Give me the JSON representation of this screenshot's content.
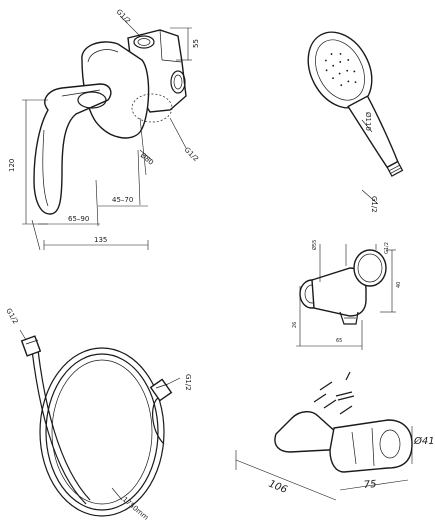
{
  "mixer": {
    "labels": {
      "thread_top": "G1/2",
      "height_top": "55",
      "thread_side": "G1/2",
      "diameter": "Ø80",
      "height": "120",
      "depth_range": "45–70",
      "front_range": "65–90",
      "total_depth": "135"
    }
  },
  "hand_shower": {
    "labels": {
      "diameter": "Ø110",
      "thread": "G1/2"
    }
  },
  "wall_outlet": {
    "labels": {
      "top_left": "Ø55",
      "top_right": "G1/2",
      "height": "40",
      "offset": "26",
      "depth": "65"
    }
  },
  "hose": {
    "labels": {
      "thread_left": "G1/2",
      "thread_right": "G1/2",
      "length": "1750mm"
    }
  },
  "holder": {
    "labels": {
      "diameter": "Ø41",
      "length": "106",
      "width": "75"
    }
  }
}
